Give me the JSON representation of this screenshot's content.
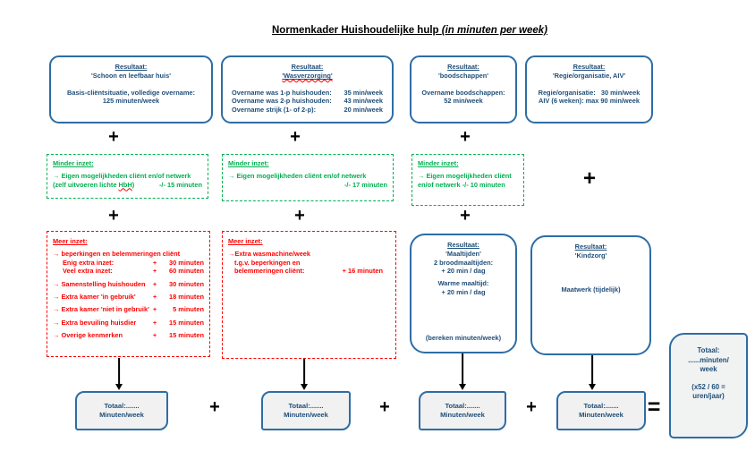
{
  "title": {
    "main": "Normenkader Huishoudelijke hulp ",
    "italic": "(in minuten per week)"
  },
  "ops": {
    "plus": "+",
    "equals": "="
  },
  "colors": {
    "blue_border": "#2e6da4",
    "blue_text": "#1f4e79",
    "green": "#00b050",
    "red": "#ff0000"
  },
  "result_boxes": [
    {
      "heading": "Resultaat:",
      "subheading": "'Schoon en leefbaar huis'",
      "line1": "Basis-cliëntsituatie, volledige overname:",
      "line2": "125 minuten/week"
    },
    {
      "heading": "Resultaat:",
      "subheading": "'Wasverzorging'",
      "rows": [
        {
          "label": "Overname was 1-p huishouden:",
          "value": "35 min/week"
        },
        {
          "label": "Overname was 2-p huishouden:",
          "value": "43 min/week"
        },
        {
          "label": "Overname strijk (1- of 2-p):",
          "value": "20 min/week"
        }
      ]
    },
    {
      "heading": "Resultaat:",
      "subheading": "'boodschappen'",
      "line1": "Overname boodschappen:",
      "line2": "52 min/week"
    },
    {
      "heading": "Resultaat:",
      "subheading": "'Regie/organisatie, AIV'",
      "line1": "Regie/organisatie:   30 min/week",
      "line2": "AIV (6 weken): max 90 min/week"
    }
  ],
  "minder_boxes": [
    {
      "heading": "Minder inzet:",
      "line1": "→ Eigen mogelijkheden cliënt en/of netwerk",
      "line2_prefix": "(zelf uitvoeren lichte ",
      "line2_word": "HbH",
      "line2_suffix": ")",
      "value": "-/- 15 minuten"
    },
    {
      "heading": "Minder inzet:",
      "line1": "→ Eigen mogelijkheden cliënt en/of netwerk",
      "value": "-/- 17 minuten"
    },
    {
      "heading": "Minder inzet:",
      "line1": "→ Eigen mogelijkheden cliënt",
      "line2": "en/of netwerk -/- 10 minuten"
    }
  ],
  "meer_box_1": {
    "heading": "Meer inzet:",
    "intro": "→ beperkingen en belemmeringen cliënt",
    "sub_rows": [
      {
        "label": "Enig extra inzet:",
        "op": "+",
        "value": "30 minuten"
      },
      {
        "label": "Veel extra inzet:",
        "op": "+",
        "value": "60 minuten"
      }
    ],
    "rows": [
      {
        "label": "→ Samenstelling huishouden",
        "op": "+",
        "value": "30 minuten"
      },
      {
        "label": "→ Extra kamer 'in gebruik'",
        "op": "+",
        "value": "18 minuten"
      },
      {
        "label": "→ Extra kamer 'niet in gebruik'",
        "op": "+",
        "value": "5 minuten"
      },
      {
        "label": "→ Extra bevuiling huisdier",
        "op": "+",
        "value": "15 minuten"
      },
      {
        "label": "→ Overige kenmerken",
        "op": "+",
        "value": "15 minuten"
      }
    ]
  },
  "meer_box_2": {
    "heading": "Meer inzet:",
    "line1": "→Extra wasmachine/week",
    "line2": "t.g.v. beperkingen en",
    "line3": "belemmeringen cliënt:",
    "value": "+ 16 minuten"
  },
  "maaltijden_box": {
    "heading": "Resultaat:",
    "subheading": "'Maaltijden'",
    "line1": "2 broodmaaltijden:",
    "line2": "+ 20 min / dag",
    "line3": "Warme maaltijd:",
    "line4": "+ 20 min / dag",
    "footer": "(bereken minuten/week)"
  },
  "kindzorg_box": {
    "heading": "Resultaat:",
    "subheading": "'Kindzorg'",
    "line1": "Maatwerk (tijdelijk)"
  },
  "total_box": {
    "line1": "Totaal:.......",
    "line2": "Minuten/week"
  },
  "final_box": {
    "line1": "Totaal:",
    "line2": "......minuten/",
    "line3": "week",
    "line4": "(x52 / 60 =",
    "line5": "uren/jaar)"
  }
}
